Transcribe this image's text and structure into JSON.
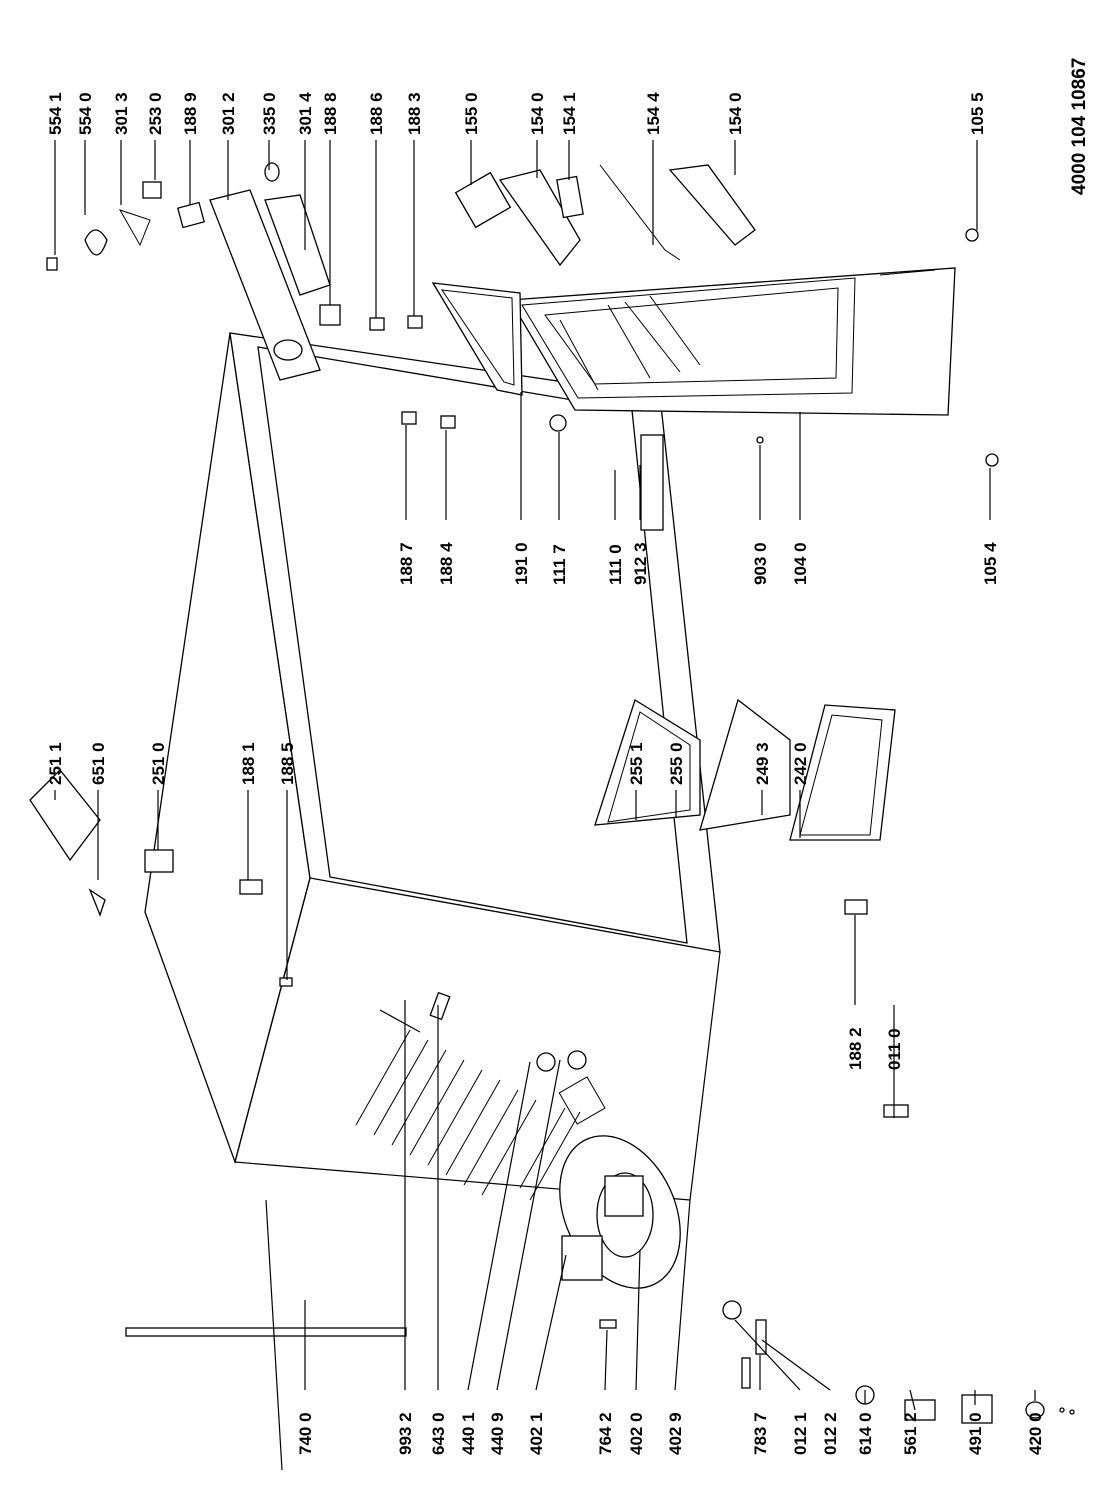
{
  "document_number": "4000 104 10867",
  "parts": [
    {
      "id": "p5541",
      "label": "554 1"
    },
    {
      "id": "p5540",
      "label": "554 0"
    },
    {
      "id": "p3013",
      "label": "301 3"
    },
    {
      "id": "p2530",
      "label": "253 0"
    },
    {
      "id": "p1889",
      "label": "188 9"
    },
    {
      "id": "p3012",
      "label": "301 2"
    },
    {
      "id": "p3350",
      "label": "335 0"
    },
    {
      "id": "p3014",
      "label": "301 4"
    },
    {
      "id": "p1888",
      "label": "188 8"
    },
    {
      "id": "p1886",
      "label": "188 6"
    },
    {
      "id": "p1883",
      "label": "188 3"
    },
    {
      "id": "p1550",
      "label": "155 0"
    },
    {
      "id": "p1540a",
      "label": "154 0"
    },
    {
      "id": "p1541",
      "label": "154 1"
    },
    {
      "id": "p1544",
      "label": "154 4"
    },
    {
      "id": "p1540b",
      "label": "154 0"
    },
    {
      "id": "p1055",
      "label": "105 5"
    },
    {
      "id": "p1887",
      "label": "188 7"
    },
    {
      "id": "p1884",
      "label": "188 4"
    },
    {
      "id": "p1910",
      "label": "191 0"
    },
    {
      "id": "p1117",
      "label": "111 7"
    },
    {
      "id": "p1110",
      "label": "111 0"
    },
    {
      "id": "p9123",
      "label": "912 3"
    },
    {
      "id": "p9030",
      "label": "903 0"
    },
    {
      "id": "p1040",
      "label": "104 0"
    },
    {
      "id": "p1054",
      "label": "105 4"
    },
    {
      "id": "p2511",
      "label": "251 1"
    },
    {
      "id": "p6510",
      "label": "651 0"
    },
    {
      "id": "p2510",
      "label": "251 0"
    },
    {
      "id": "p1881",
      "label": "188 1"
    },
    {
      "id": "p1885",
      "label": "188 5"
    },
    {
      "id": "p2551",
      "label": "255 1"
    },
    {
      "id": "p2550",
      "label": "255 0"
    },
    {
      "id": "p2493",
      "label": "249 3"
    },
    {
      "id": "p2420",
      "label": "242 0"
    },
    {
      "id": "p1882",
      "label": "188 2"
    },
    {
      "id": "p0110",
      "label": "011 0"
    },
    {
      "id": "p7400",
      "label": "740 0"
    },
    {
      "id": "p9932",
      "label": "993 2"
    },
    {
      "id": "p6430",
      "label": "643 0"
    },
    {
      "id": "p4401",
      "label": "440 1"
    },
    {
      "id": "p4409",
      "label": "440 9"
    },
    {
      "id": "p4021",
      "label": "402 1"
    },
    {
      "id": "p7642",
      "label": "764 2"
    },
    {
      "id": "p4020",
      "label": "402 0"
    },
    {
      "id": "p4029",
      "label": "402 9"
    },
    {
      "id": "p7837",
      "label": "783 7"
    },
    {
      "id": "p0121",
      "label": "012 1"
    },
    {
      "id": "p0122",
      "label": "012 2"
    },
    {
      "id": "p6140",
      "label": "614 0"
    },
    {
      "id": "p5612",
      "label": "561 2"
    },
    {
      "id": "p4910",
      "label": "491 0"
    },
    {
      "id": "p4200",
      "label": "420 0"
    }
  ]
}
